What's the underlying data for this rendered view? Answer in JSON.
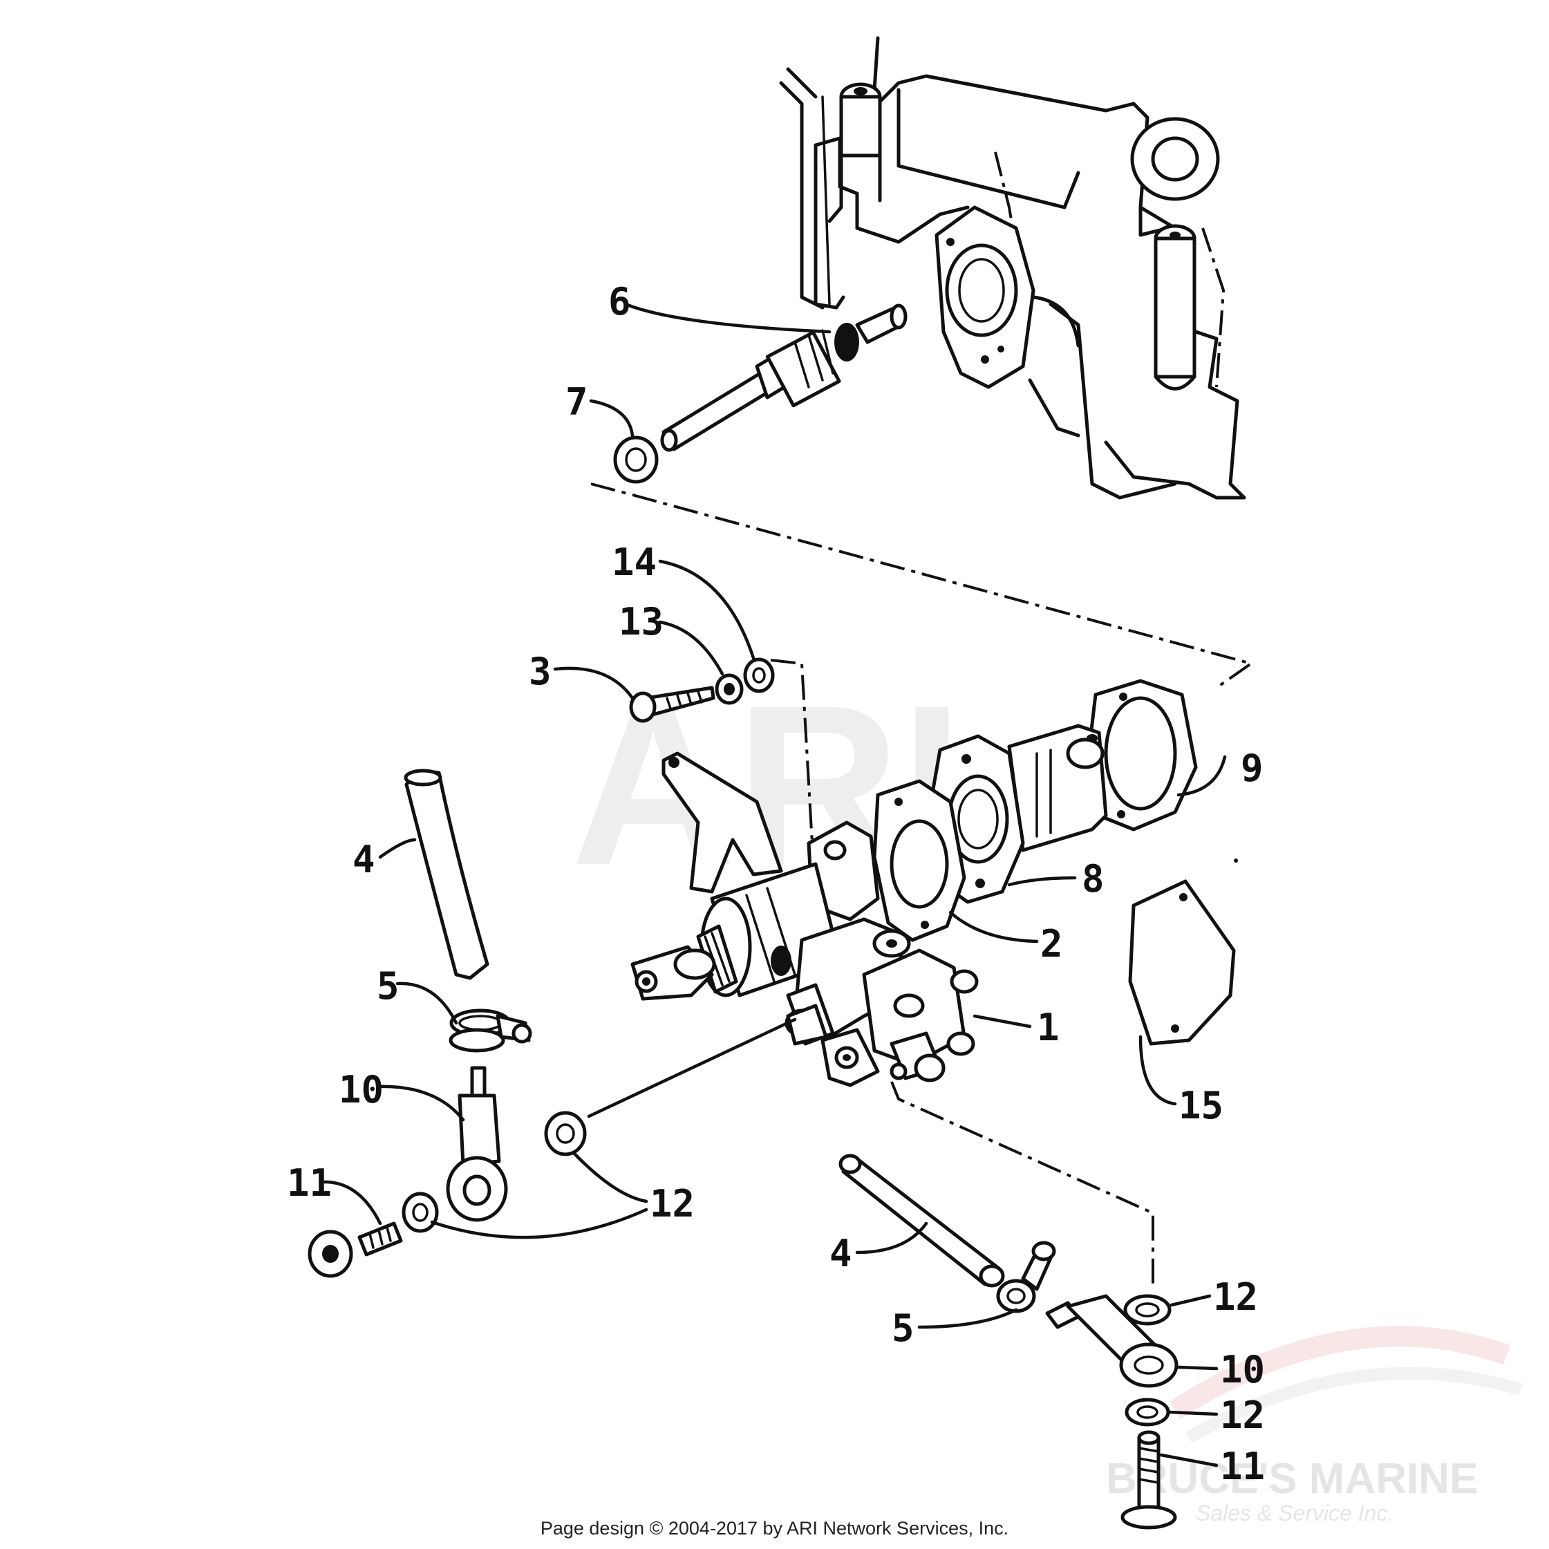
{
  "callouts": [
    "1",
    "2",
    "3",
    "4",
    "4",
    "5",
    "5",
    "6",
    "7",
    "8",
    "9",
    "10",
    "10",
    "11",
    "11",
    "12",
    "12",
    "12",
    "12",
    "13",
    "14",
    "15"
  ],
  "footer": {
    "copyright": "Page design © 2004-2017 by ARI Network Services, Inc."
  },
  "watermarks": {
    "center": "ARI",
    "dealer_name": "BRUCE'S MARINE",
    "dealer_tagline": "Sales & Service Inc."
  },
  "colors": {
    "line": "#111111",
    "background": "#ffffff",
    "watermark_gray": "#e6e6e6",
    "watermark_red": "#e8a0a0"
  }
}
